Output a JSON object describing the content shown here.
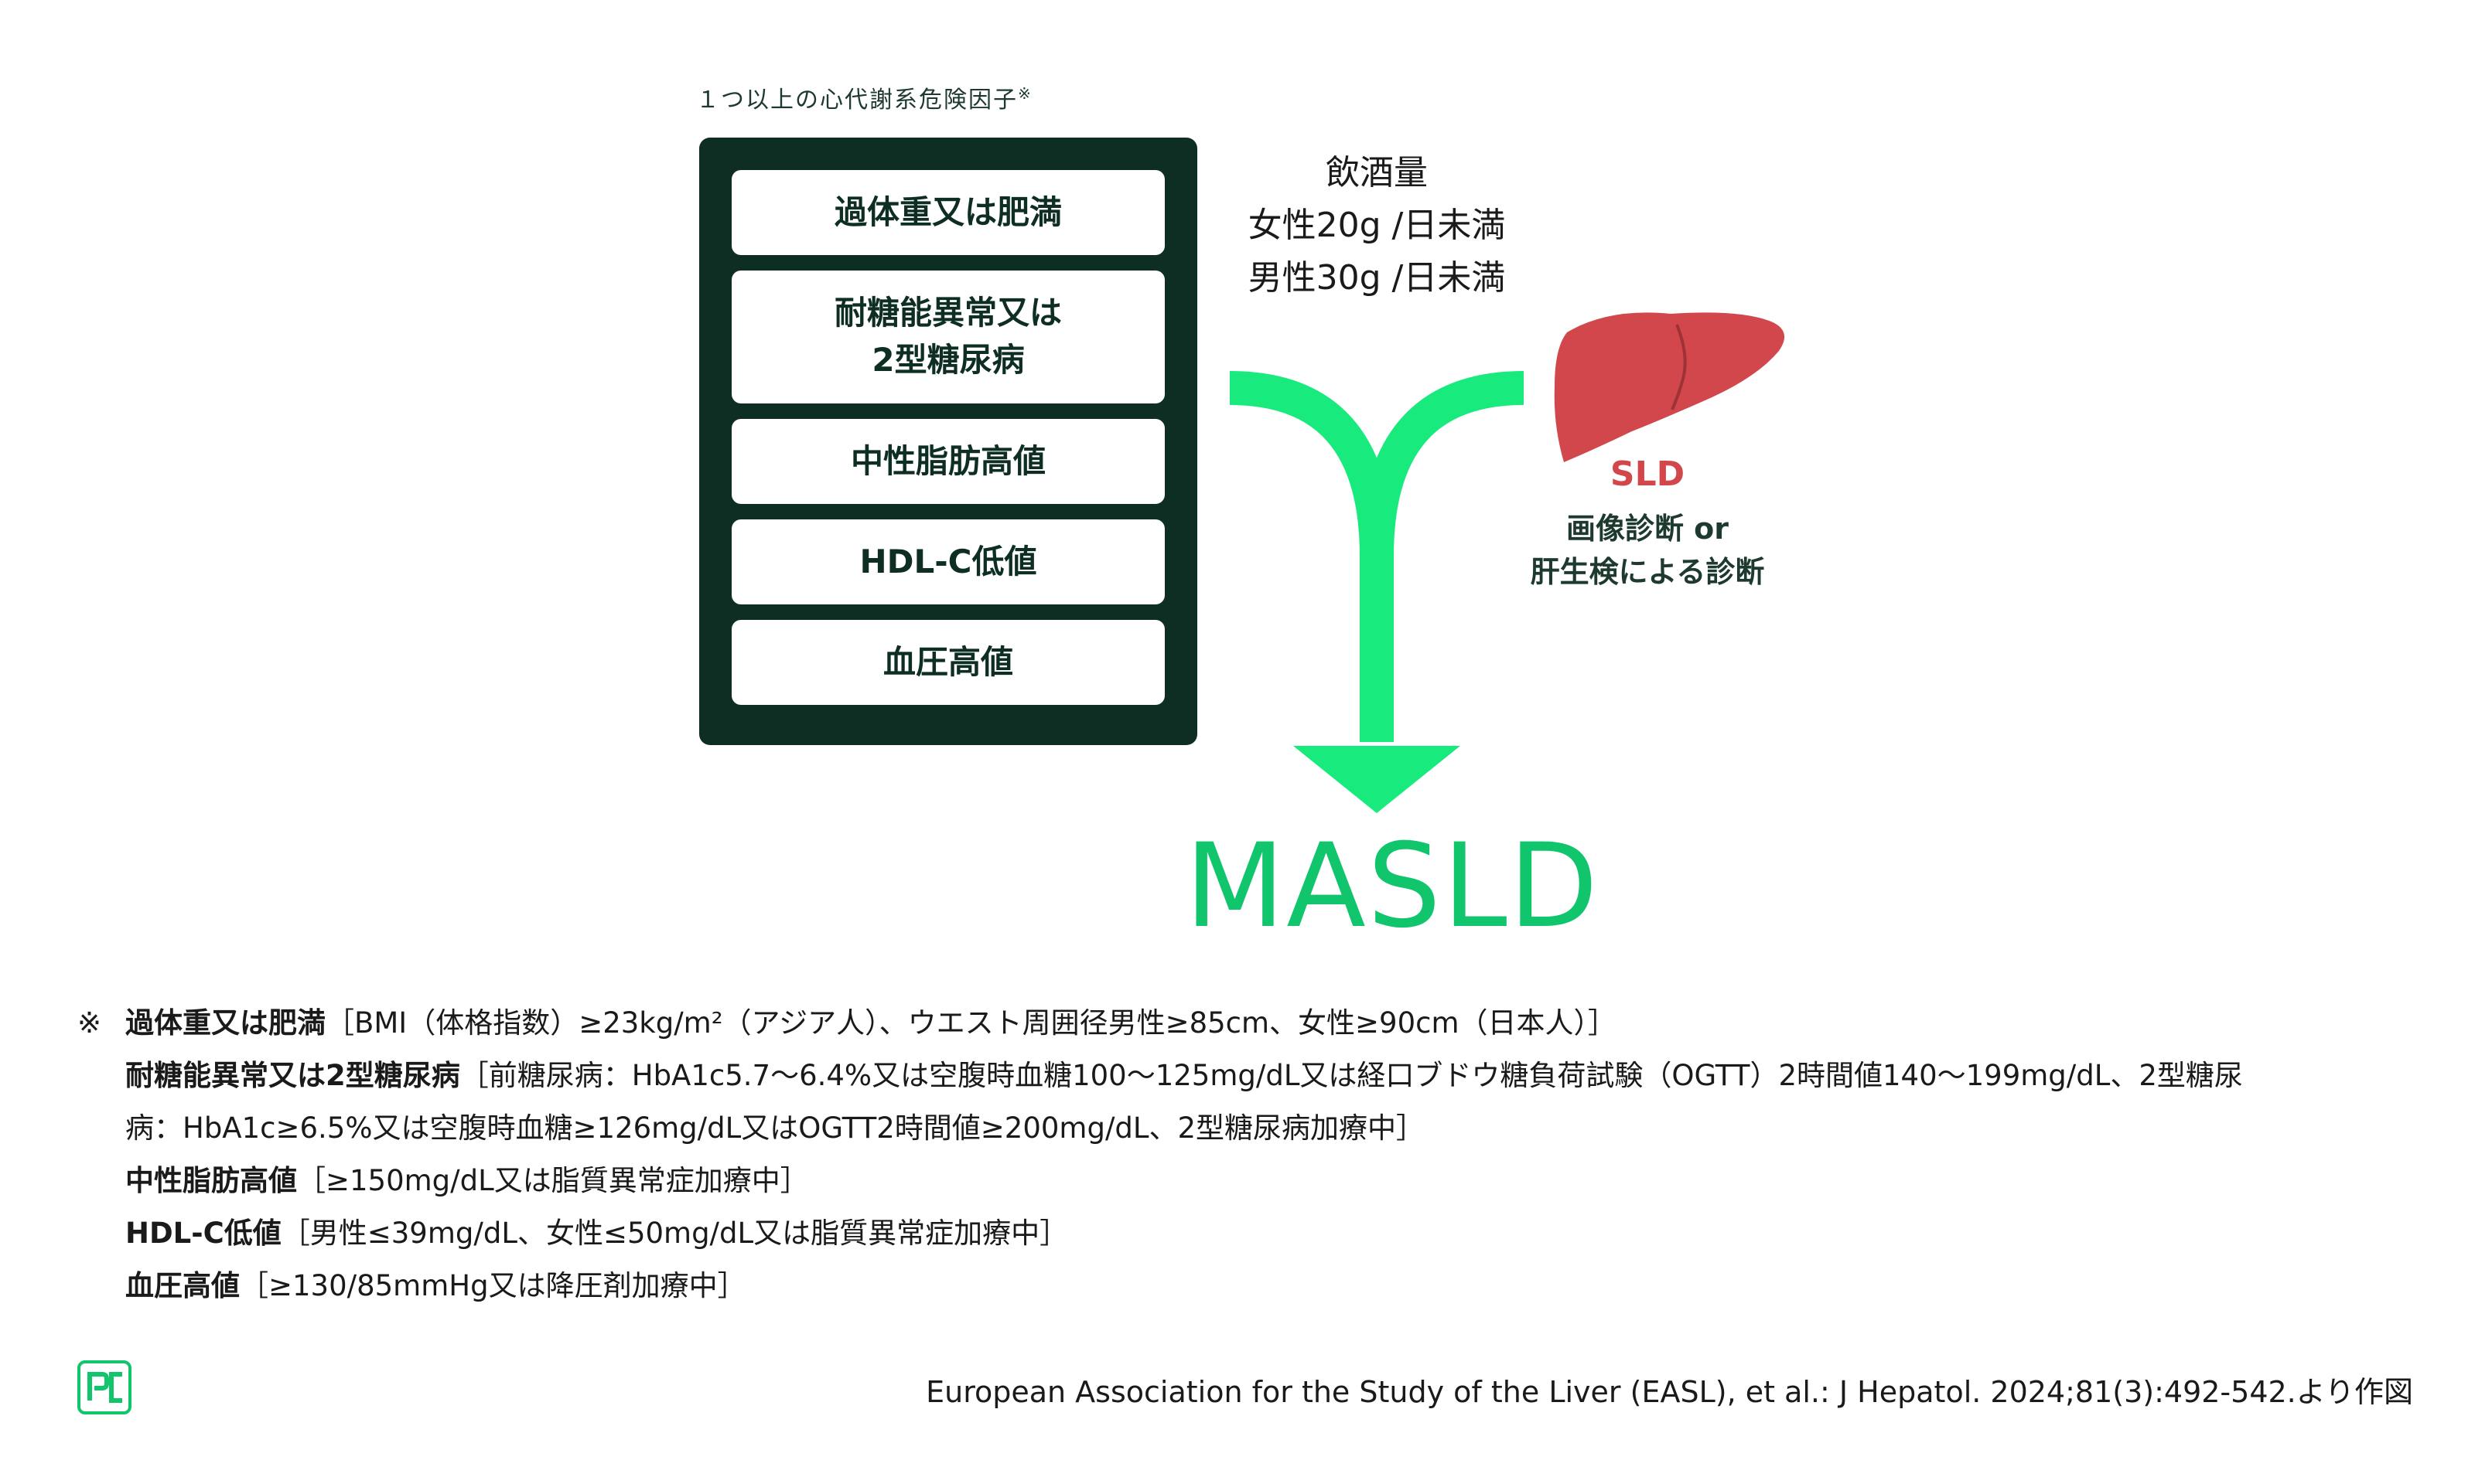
{
  "risk_factors": {
    "caption": "１つ以上の心代謝系危険因子",
    "caption_mark": "※",
    "items": [
      {
        "line1": "過体重又は肥満",
        "line2": ""
      },
      {
        "line1": "耐糖能異常又は",
        "line2": "2型糖尿病"
      },
      {
        "line1": "中性脂肪高値",
        "line2": ""
      },
      {
        "line1": "HDL-C低値",
        "line2": ""
      },
      {
        "line1": "血圧高値",
        "line2": ""
      }
    ]
  },
  "alcohol": {
    "title": "飲酒量",
    "female": "女性20g /日未満",
    "male": "男性30g /日未満"
  },
  "sld": {
    "label": "SLD",
    "diagnosis_line1": "画像診断 or",
    "diagnosis_line2": "肝生検による診断",
    "icon": "liver-icon"
  },
  "result": "MASLD",
  "notes": {
    "mark": "※",
    "lines": [
      {
        "term": "過体重又は肥満",
        "detail": "［BMI（体格指数）≥23kg/m²（アジア人）、ウエスト周囲径男性≥85cm、女性≥90cm（日本人）］"
      },
      {
        "term": "耐糖能異常又は2型糖尿病",
        "detail": "［前糖尿病：HbA1c5.7〜6.4%又は空腹時血糖100〜125mg/dL又は経口ブドウ糖負荷試験（OGTT）2時間値140〜199mg/dL、2型糖尿"
      },
      {
        "term": "",
        "detail": "病：HbA1c≥6.5%又は空腹時血糖≥126mg/dL又はOGTT2時間値≥200mg/dL、2型糖尿病加療中］"
      },
      {
        "term": "中性脂肪高値",
        "detail": "［≥150mg/dL又は脂質異常症加療中］"
      },
      {
        "term": "HDL-C低値",
        "detail": "［男性≤39mg/dL、女性≤50mg/dL又は脂質異常症加療中］"
      },
      {
        "term": "血圧高値",
        "detail": "［≥130/85mmHg又は降圧剤加療中］"
      }
    ]
  },
  "logo": {
    "text": "PC",
    "icon": "pc-logo-icon"
  },
  "source": "European Association for the Study of the Liver (EASL), et al.: J Hepatol. 2024;81(3):492-542.より作図",
  "colors": {
    "panel": "#0e2e24",
    "arrow": "#19ea7e",
    "masld": "#10c56b",
    "liver": "#d1474b",
    "logo": "#10c56b"
  }
}
